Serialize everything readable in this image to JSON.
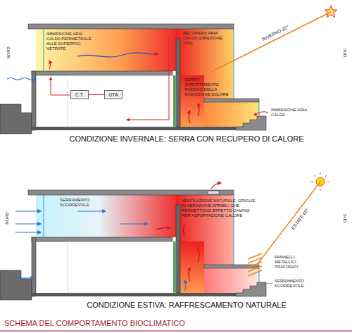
{
  "diagram": {
    "title": "SCHEMA DEL COMPORTAMENTO BIOCLIMATICO",
    "nodes": [
      {
        "text": [
          "C.T."
        ]
      },
      {
        "text": [
          "UTA"
        ]
      }
    ],
    "edges": [
      {
        "from": 0,
        "to": 1,
        "arrow": "none"
      }
    ],
    "labels": [
      "NORD",
      "SUD",
      "IMMISSIONE ARIA CALDA PERIMETRALE ALLE SUPERFICI VETRATE",
      "RECUPERO ARIA CALDA (DIREZIONE UTA)",
      "INVERNO 30°",
      "SERRA: SFRUTTAMENTO PASSIVO DELLA RADIAZIONE SOLARE",
      "IMMISSIONE ARIA CALDA",
      "CONDIZIONE INVERNALE: SERRA CON RECUPERO DI CALORE",
      "NORD",
      "SUD",
      "SERRAMENTO SCORREVOLE",
      "VENTILAZIONE NATURALE: GRIGLIE DI AERAZIONE APRIBILI CHE PERMETTONO EFFETTO CAMINO PER ASPORTAZIONE CALORE",
      "ESTATE 60°",
      "PANNELLI METALLICI TRAFORATI",
      "SERRAMENTO SCORREVOLE",
      "CONDIZIONE ESTIVA: RAFFRESCAMENTO NATURALE"
    ]
  }
}
